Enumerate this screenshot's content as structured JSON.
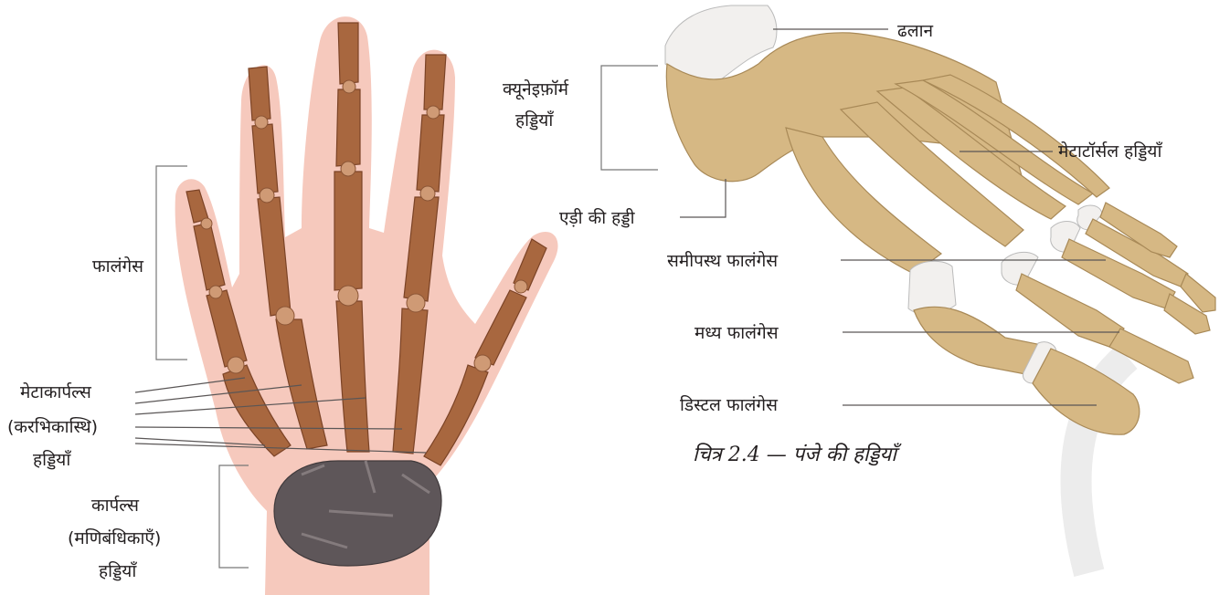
{
  "hand": {
    "phalanges": "फालंगेस",
    "metacarpals_1": "मेटाकार्पल्स",
    "metacarpals_2": "(करभिकास्थि)",
    "metacarpals_3": "हड्डियाँ",
    "carpals_1": "कार्पल्स",
    "carpals_2": "(मणिबंधिकाएँ)",
    "carpals_3": "हड्डियाँ"
  },
  "foot": {
    "talus": "ढलान",
    "cuneiform_1": "क्यूनेइफ़ॉर्म",
    "cuneiform_2": "हड्डियाँ",
    "metatarsals": "मेटाटॉर्सल हड्डियाँ",
    "heel": "एड़ी की हड्डी",
    "proximal": "समीपस्थ फालंगेस",
    "middle": "मध्य फालंगेस",
    "distal": "डिस्टल फालंगेस"
  },
  "caption": "चित्र 2.4 — पंजे की हड्डियाँ",
  "colors": {
    "skin": "#f6c9bd",
    "hand_bone": "#a8673f",
    "carpal": "#5e5659",
    "foot_bone": "#d6b884"
  }
}
